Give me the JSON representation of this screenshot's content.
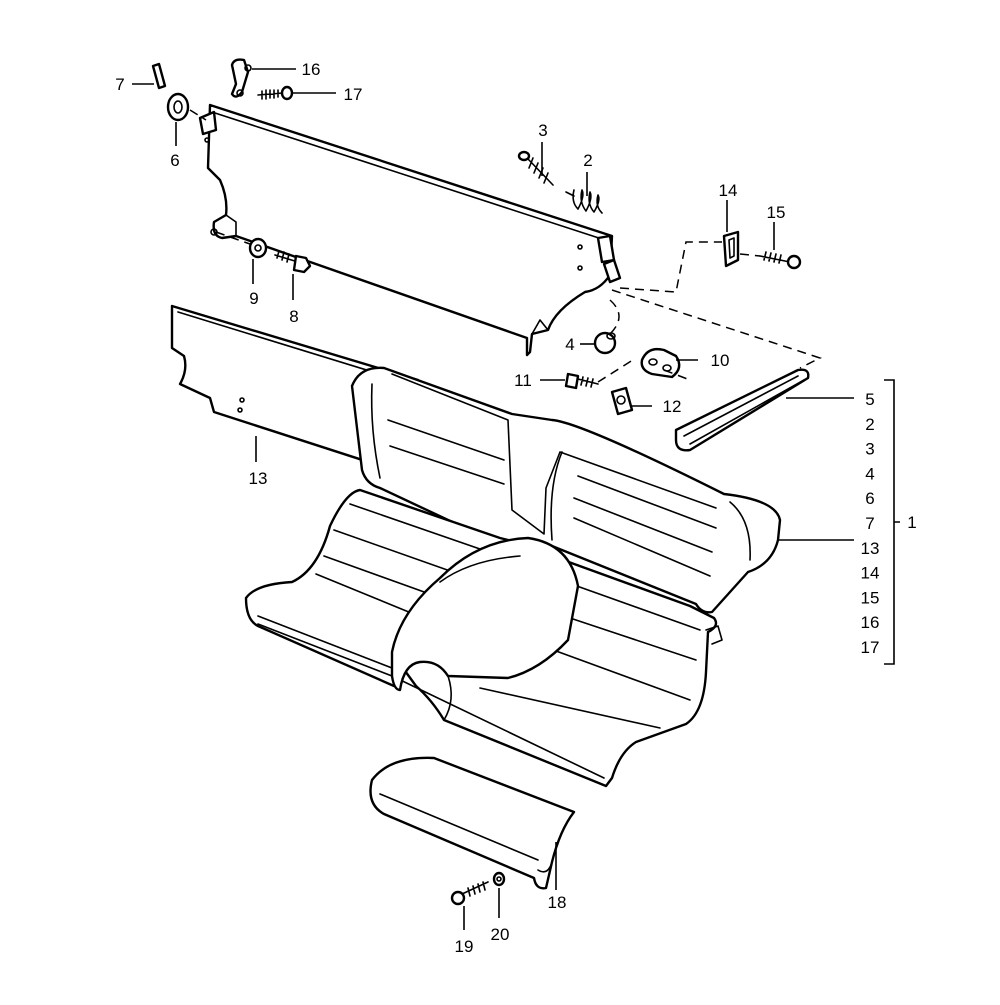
{
  "callouts": {
    "c1": "1",
    "c2": "2",
    "c3": "3",
    "c4": "4",
    "c5": "5",
    "c6": "6",
    "c7": "7",
    "c8": "8",
    "c9": "9",
    "c10": "10",
    "c11": "11",
    "c12": "12",
    "c13": "13",
    "c14": "14",
    "c15": "15",
    "c16": "16",
    "c17": "17",
    "c18": "18",
    "c19": "19",
    "c20": "20"
  },
  "assembly_list": [
    "5",
    "2",
    "3",
    "4",
    "6",
    "7",
    "13",
    "14",
    "15",
    "16",
    "17"
  ]
}
